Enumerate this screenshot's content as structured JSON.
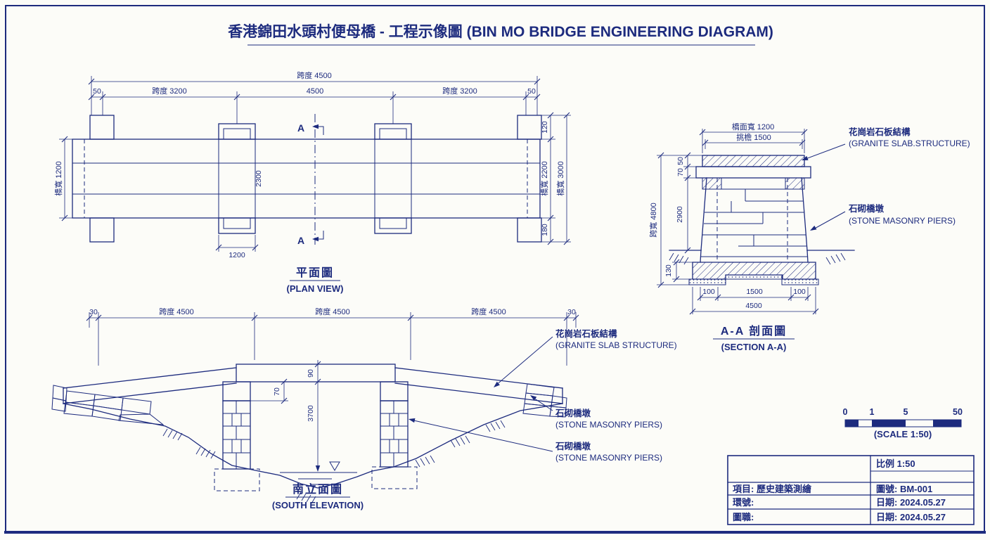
{
  "colors": {
    "ink": "#1d2b7e",
    "paper": "#fcfcf8"
  },
  "title": "香港錦田水頭村便母橋 - 工程示像圖 (BIN MO BRIDGE ENGINEERING DIAGRAM)",
  "plan": {
    "caption_zh": "平面圖",
    "caption_en": "(PLAN VIEW)",
    "dim_overall": "跨度 4500",
    "dim_end_left": "50",
    "dim_span_left": "跨度 3200",
    "dim_mid": "4500",
    "dim_span_right": "跨度 3200",
    "dim_end_right": "50",
    "dim_width_left": "橋寬 1200",
    "dim_edge_top": "120",
    "dim_width_mid": "橋寬 2200",
    "dim_width_outer": "橋寬 3000",
    "dim_edge_bottom": "180",
    "dim_pier_length": "2300",
    "dim_pier_width": "1200",
    "section_letter_top": "A",
    "section_letter_bottom": "A"
  },
  "elevation": {
    "caption_zh": "南立面圖",
    "caption_en": "(SOUTH ELEVATION)",
    "dim_end_left": "30",
    "dim_span_1": "跨度 4500",
    "dim_span_2": "跨度 4500",
    "dim_span_3": "跨度 4500",
    "dim_end_right": "30",
    "dim_deck_thickness": "90",
    "dim_bearing": "70",
    "dim_clearance": "3700",
    "callout_granite_zh": "花崗岩石板結構",
    "callout_granite_en": "(GRANITE SLAB STRUCTURE)",
    "callout_pier1_zh": "石砌橋墩",
    "callout_pier1_en": "(STONE MASONRY PIERS)",
    "callout_pier2_zh": "石砌橋墩",
    "callout_pier2_en": "(STONE MASONRY PIERS)"
  },
  "section": {
    "caption_zh": "A-A 剖面圖",
    "caption_en": "(SECTION A-A)",
    "dim_deck_width": "橋面寬 1200",
    "dim_cap_width": "挑檐 1500",
    "dim_slab": "50",
    "dim_cap": "70",
    "dim_pier_height": "2900",
    "dim_footing": "130",
    "dim_total_height": "跨寬 4800",
    "dim_offset_left": "100",
    "dim_base": "1500",
    "dim_offset_right": "100",
    "dim_overall": "4500",
    "callout_granite_zh": "花崗岩石板結構",
    "callout_granite_en": "(GRANITE SLAB.STRUCTURE)",
    "callout_pier_zh": "石砌橋墩",
    "callout_pier_en": "(STONE MASONRY PIERS)"
  },
  "scalebar": {
    "t0": "0",
    "t1": "1",
    "t5": "5",
    "t50": "50",
    "caption": "(SCALE 1:50)"
  },
  "titleblock": {
    "scale": "比例  1:50",
    "project": "項目: 歷史建築測繪",
    "drawing_no": "圖號: BM-001",
    "field_a": "環號:",
    "date_a": "日期: 2024.05.27",
    "field_b": "圖職:",
    "date_b": "日期: 2024.05.27"
  }
}
